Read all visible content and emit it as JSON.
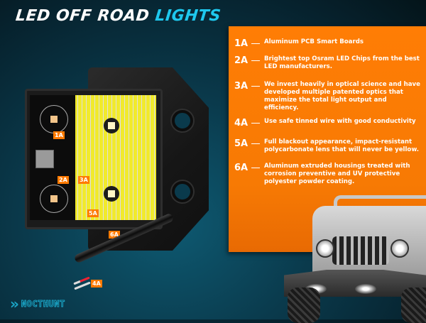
{
  "header": {
    "title_main": "LED OFF ROAD",
    "title_accent": "LIGHTS"
  },
  "colors": {
    "accent_cyan": "#1ec8ee",
    "panel_orange": "#ff7d05",
    "background_teal": "#0a3a4c"
  },
  "features": [
    {
      "code": "1A",
      "text": "Aluminum PCB Smart Boards"
    },
    {
      "code": "2A",
      "text": "Brightest top Osram LED Chips from the best LED manufacturers."
    },
    {
      "code": "3A",
      "text": "We invest heavily in optical science and have developed multiple patented optics that maximize the total light output and efficiency."
    },
    {
      "code": "4A",
      "text": "Use safe tinned wire with good conductivity"
    },
    {
      "code": "5A",
      "text": "Full blackout appearance, impact-resistant polycarbonate lens that will never be yellow."
    },
    {
      "code": "6A",
      "text": "Aluminum extruded housings treated with corrosion preventive and UV protective polyester powder coating."
    }
  ],
  "product_labels": {
    "pcb": "1A",
    "led_chip": "2A",
    "optics": "3A",
    "wire": "4A",
    "lens": "5A",
    "housing": "6A"
  },
  "brand": {
    "logo_icon": "double-chevron-icon",
    "chevrons": "»",
    "name": "NOCTHUNT"
  }
}
